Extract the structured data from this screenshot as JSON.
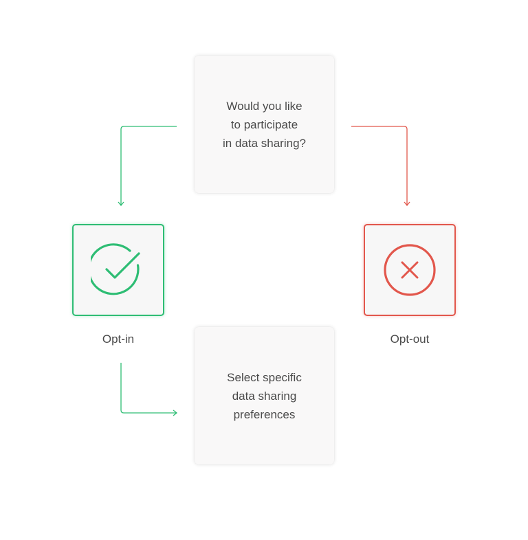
{
  "question": {
    "text": "Would you like\nto participate\nin data sharing?"
  },
  "preferences": {
    "text": "Select specific\ndata sharing\npreferences"
  },
  "opt_in": {
    "label": "Opt-in",
    "icon": "check-circle-icon",
    "color": "#2ebd74"
  },
  "opt_out": {
    "label": "Opt-out",
    "icon": "x-circle-icon",
    "color": "#e2574c"
  }
}
